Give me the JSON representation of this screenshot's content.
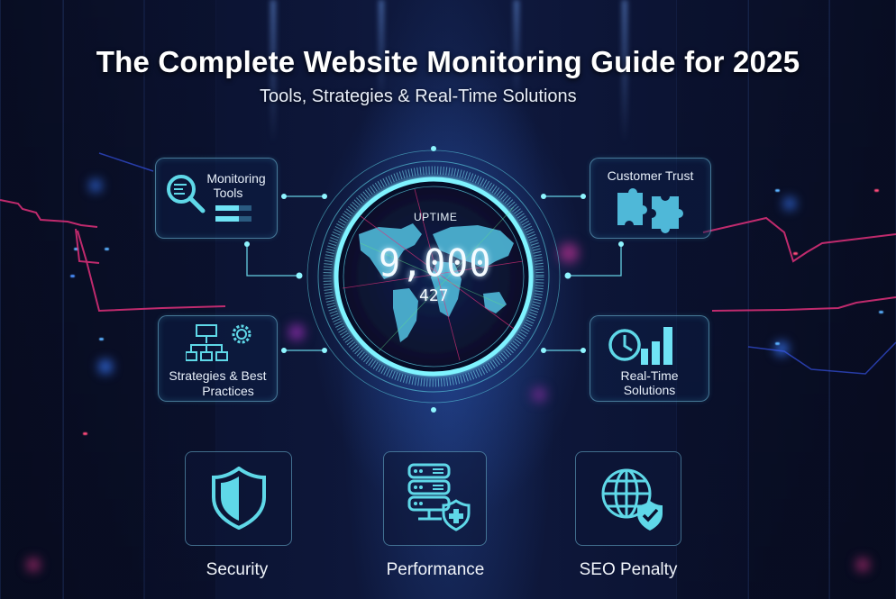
{
  "header": {
    "title": "The Complete Website Monitoring Guide for 2025",
    "subtitle": "Tools, Strategies & Real-Time Solutions"
  },
  "gauge": {
    "label": "UPTIME",
    "value": "9,000",
    "sub_value": "427",
    "center_icon": "world-map-icon"
  },
  "feature_cards": [
    {
      "label_line1": "Monitoring",
      "label_line2": "Tools",
      "icon": "magnifier-icon"
    },
    {
      "label_line1": "Customer Trust",
      "label_line2": "",
      "icon": "puzzle-icon"
    },
    {
      "label_line1": "Strategies & Best",
      "label_line2": "Practices",
      "icon": "org-chart-gear-icon"
    },
    {
      "label_line1": "Real-Time",
      "label_line2": "Solutions",
      "icon": "clock-bars-icon"
    }
  ],
  "bottom_tiles": [
    {
      "label": "Security",
      "icon": "shield-icon"
    },
    {
      "label": "Performance",
      "icon": "server-shield-icon"
    },
    {
      "label": "SEO Penalty",
      "icon": "globe-check-icon"
    }
  ],
  "colors": {
    "accent_cyan": "#5fd8e8",
    "glow_cyan": "#7ff3ff",
    "trace_pink": "#e0307a",
    "background": "#0b1230"
  }
}
